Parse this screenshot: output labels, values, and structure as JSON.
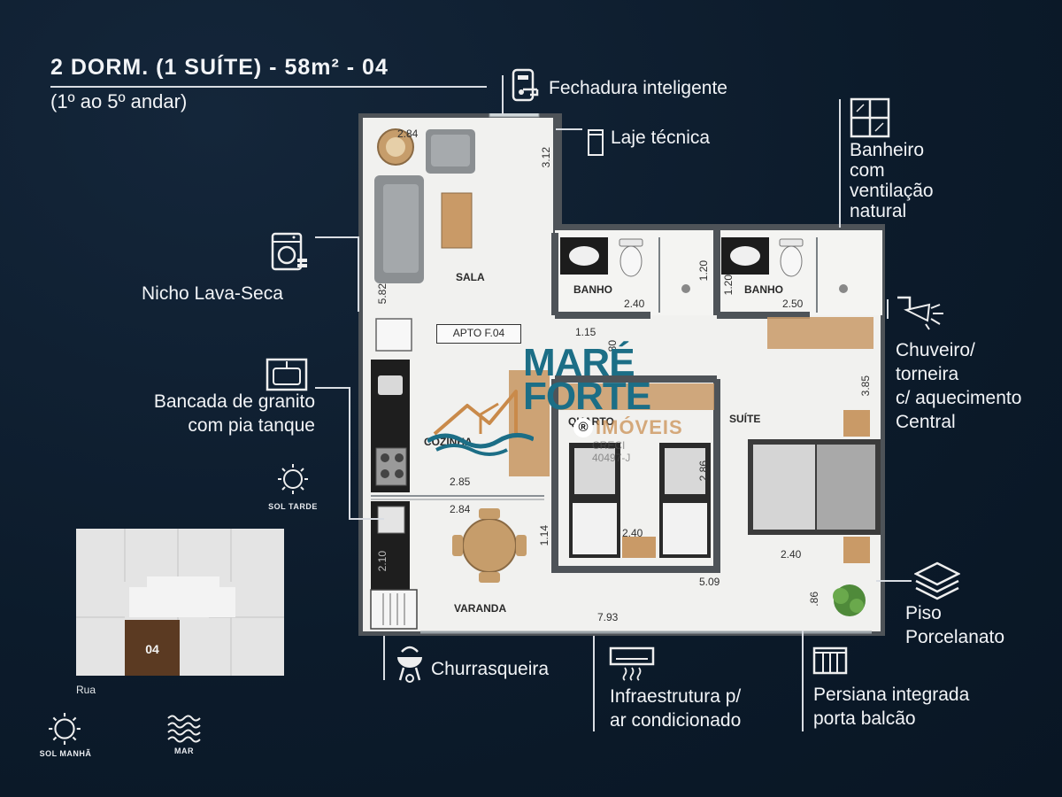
{
  "header": {
    "title": "2 DORM. (1 SUÍTE) - 58m² - 04",
    "subtitle": "(1º ao 5º andar)"
  },
  "features": {
    "lock": "Fechadura inteligente",
    "slab": "Laje técnica",
    "bath_vent": [
      "Banheiro",
      "com",
      "ventilação",
      "natural"
    ],
    "laundry": "Nicho Lava-Seca",
    "counter": [
      "Bancada de granito",
      "com pia tanque"
    ],
    "shower": [
      "Chuveiro/",
      "torneira",
      "c/ aquecimento",
      "Central"
    ],
    "floor": [
      "Piso",
      "Porcelanato"
    ],
    "grill": "Churrasqueira",
    "ac": [
      "Infraestrutura p/",
      "ar condicionado"
    ],
    "blind": [
      "Persiana integrada",
      "porta balcão"
    ]
  },
  "orientation": {
    "sun_afternoon": "SOL TARDE",
    "sun_morning": "SOL MANHÃ",
    "sea": "MAR",
    "street": "Rua",
    "unit": "04"
  },
  "plan": {
    "apt_label": "APTO F.04",
    "rooms": {
      "sala": "SALA",
      "banho1": "BANHO",
      "banho2": "BANHO",
      "cozinha": "COZINHA",
      "quarto": "QUARTO",
      "suite": "SUÍTE",
      "varanda": "VARANDA"
    },
    "dims": {
      "d284a": "2.84",
      "d312": "3.12",
      "d582": "5.82",
      "d120a": "1.20",
      "d120b": "1.20",
      "d240a": "2.40",
      "d250": "2.50",
      "d115": "1.15",
      "d80": "80",
      "d385": "3.85",
      "d285": "2.85",
      "d284b": "2.84",
      "d286": "2.86",
      "d114": "1.14",
      "d240b": "2.40",
      "d240c": "2.40",
      "d509": "5.09",
      "d86": ".86",
      "d793": "7.93",
      "d210": "2.10"
    }
  },
  "watermark": {
    "brand1": "MARÉ",
    "brand2": "FORTE",
    "brand3": "IMÓVEIS",
    "creci": "CRECI 40497-J",
    "reg": "®"
  },
  "colors": {
    "background": "#0c1b2b",
    "wall": "#4e5358",
    "floor": "#f1f1ef",
    "brand_blue": "#1c6e86",
    "brand_orange": "#c98a4a",
    "unit_brown": "#5b3a22"
  }
}
